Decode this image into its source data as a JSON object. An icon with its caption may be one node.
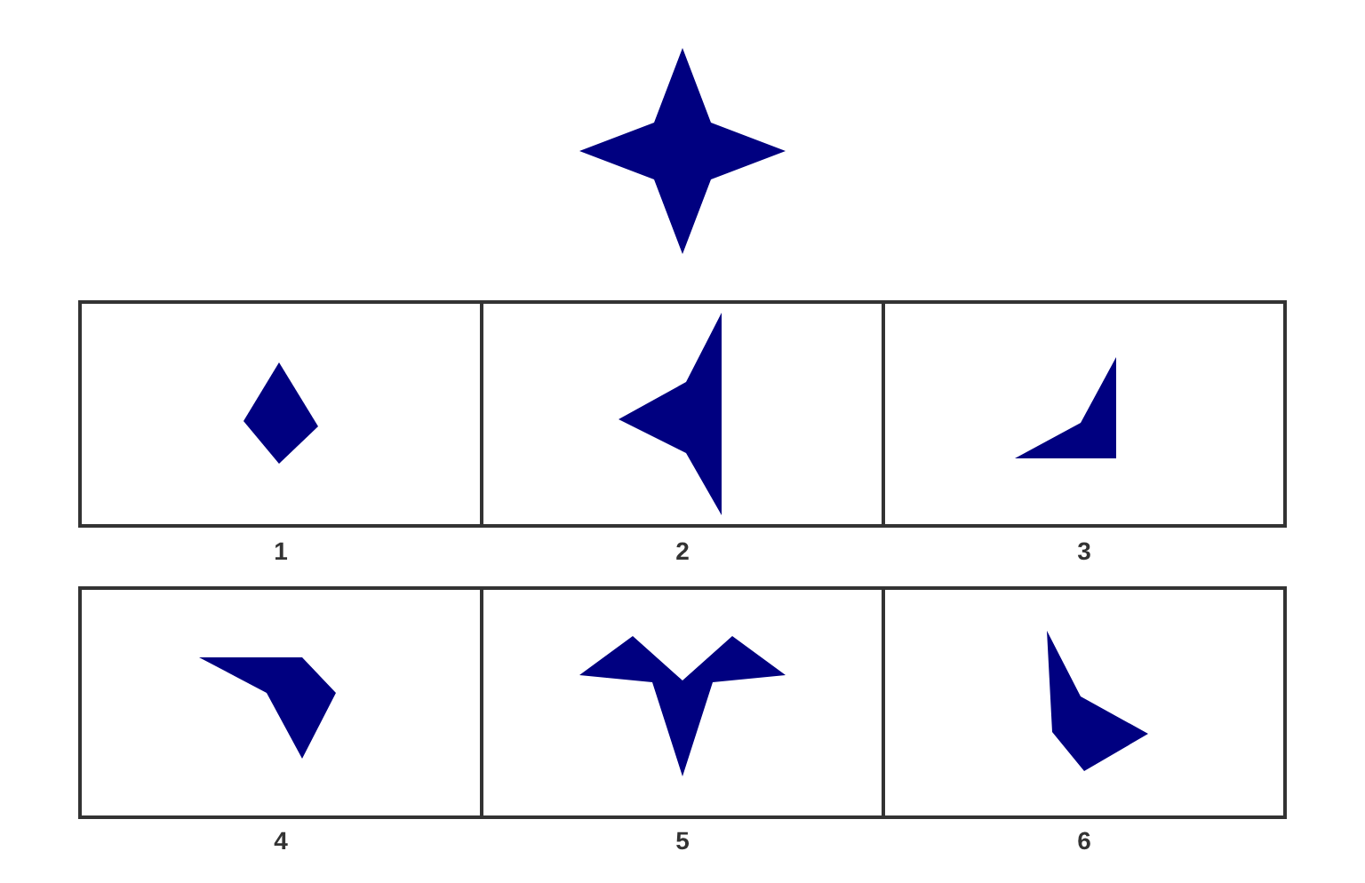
{
  "diagram": {
    "nodes": [
      {
        "text": [],
        "shape": "star"
      },
      {
        "text": [],
        "shape": "box"
      },
      {
        "text": [],
        "shape": "box"
      },
      {
        "text": [],
        "shape": "box"
      },
      {
        "text": [],
        "shape": "box"
      },
      {
        "text": [],
        "shape": "box"
      },
      {
        "text": [],
        "shape": "box"
      },
      {
        "text": [],
        "shape": "diamond",
        "in": 1
      },
      {
        "text": [],
        "shape": "polygon",
        "in": 2
      },
      {
        "text": [],
        "shape": "polygon",
        "in": 3
      },
      {
        "text": [],
        "shape": "polygon",
        "in": 4
      },
      {
        "text": [],
        "shape": "polygon",
        "in": 5
      },
      {
        "text": [],
        "shape": "polygon",
        "in": 6
      }
    ],
    "labels": [
      "1",
      "2",
      "3",
      "4",
      "5",
      "6"
    ]
  }
}
